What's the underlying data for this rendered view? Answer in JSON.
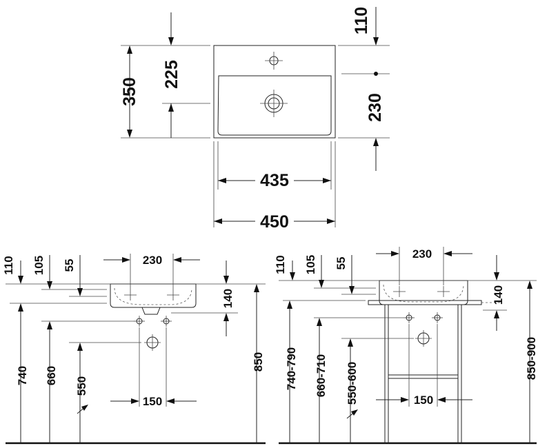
{
  "top_view": {
    "dim_110": "110",
    "dim_350": "350",
    "dim_225": "225",
    "dim_230": "230",
    "dim_435": "435",
    "dim_450": "450"
  },
  "left_view": {
    "dim_110": "110",
    "dim_105": "105",
    "dim_55": "55",
    "dim_230": "230",
    "dim_140": "140",
    "dim_740": "740",
    "dim_660": "660",
    "dim_550": "550",
    "dim_150": "150",
    "dim_850": "850"
  },
  "right_view": {
    "dim_110": "110",
    "dim_105": "105",
    "dim_55": "55",
    "dim_230": "230",
    "dim_140": "140",
    "dim_740_790": "740-790",
    "dim_660_710": "660-710",
    "dim_550_600": "550-600",
    "dim_150": "150",
    "dim_850_900": "850-900"
  }
}
